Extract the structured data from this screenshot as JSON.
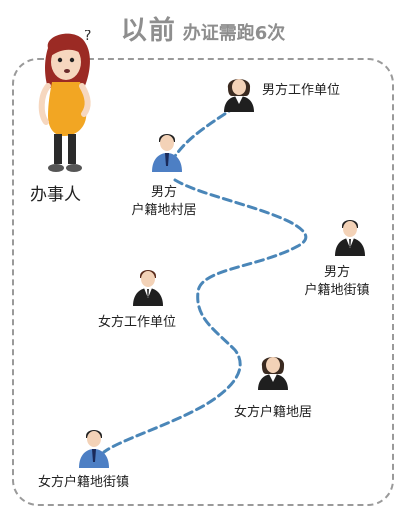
{
  "title": {
    "main": "以前",
    "sub": "办证需跑6次"
  },
  "handler": {
    "label": "办事人"
  },
  "nodes": [
    {
      "id": "male-work",
      "label_lines": [
        "男方工作单位"
      ],
      "person": "female-suit"
    },
    {
      "id": "male-village",
      "label_lines": [
        "男方",
        "户籍地村居"
      ],
      "person": "male-blue"
    },
    {
      "id": "male-street",
      "label_lines": [
        "男方",
        "户籍地街镇"
      ],
      "person": "male-suit"
    },
    {
      "id": "female-work",
      "label_lines": [
        "女方工作单位"
      ],
      "person": "male-suit"
    },
    {
      "id": "female-residence",
      "label_lines": [
        "女方户籍地居"
      ],
      "person": "female-suit"
    },
    {
      "id": "female-street",
      "label_lines": [
        "女方户籍地街镇"
      ],
      "person": "male-blue"
    }
  ],
  "colors": {
    "route": "#4a86b8",
    "frame": "#9a9a9a",
    "title": "#8e8e8e"
  }
}
